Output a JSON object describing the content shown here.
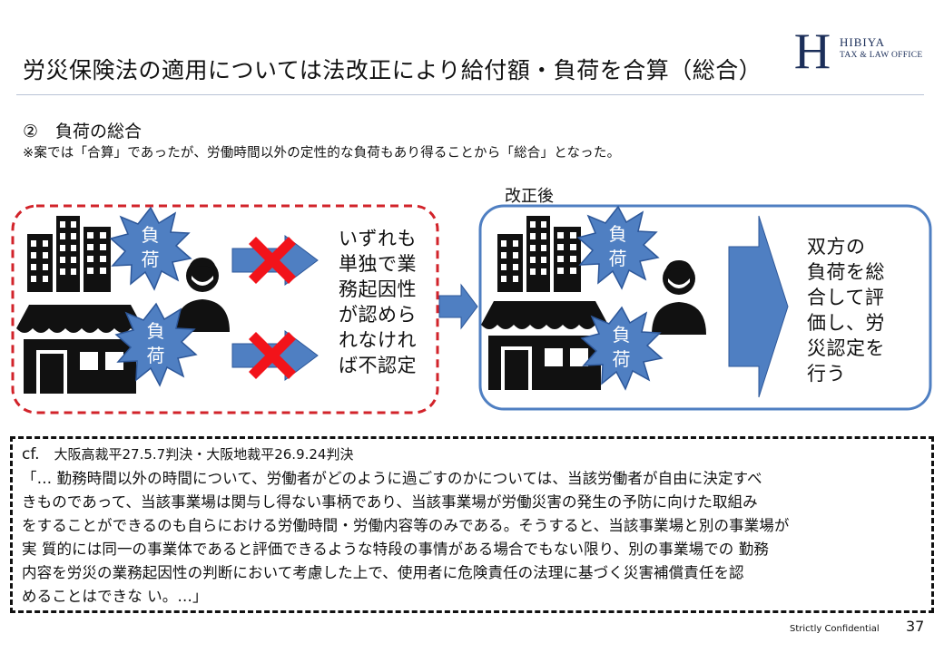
{
  "header": {
    "title": "労災保険法の適用については法改正により給付額・負荷を合算（総合）",
    "logo": {
      "letter": "H",
      "name": "HIBIYA",
      "sub": "TAX & LAW OFFICE"
    }
  },
  "section": {
    "heading": "②　負荷の総合",
    "note": "※案では「合算」であったが、労働時間以外の定性的な負荷もあり得ることから「総合」となった。"
  },
  "before_panel": {
    "bubble_top": "負\n荷",
    "bubble_bottom": "負\n荷",
    "text": "いずれも\n単独で業\n務起因性\nが認めら\nれなけれ\nば不認定"
  },
  "after_panel": {
    "label": "改正後",
    "bubble_top": "負\n荷",
    "bubble_bottom": "負\n荷",
    "text": "双方の\n負荷を総\n合して評\n価し、労\n災認定を\n行う"
  },
  "cf": {
    "label": "cf.",
    "cases": "大阪高裁平27.5.7判決・大阪地裁平26.9.24判決",
    "quote_lines": [
      "「… 勤務時間以外の時間について、労働者がどのように過ごすのかについては、当該労働者が自由に決定すべ",
      "きものであって、当該事業場は関与し得ない事柄であり、当該事業場が労働災害の発生の予防に向けた取組み",
      "をすることができるのも自らにおける労働時間・労働内容等のみである。そうすると、当該事業場と別の事業場が",
      "実 質的には同一の事業体であると評価できるような特段の事情がある場合でもない限り、別の事業場での 勤務",
      "内容を労災の業務起因性の判断において考慮した上で、使用者に危険責任の法理に基づく災害補償責任を認",
      "めることはできな い。…」"
    ]
  },
  "footer": {
    "confidential": "Strictly Confidential",
    "page": "37"
  },
  "colors": {
    "burst": "#4f7fc2",
    "burst_stroke": "#2d5799",
    "arrow": "#4f7fc2",
    "cross": "#f2131a",
    "before_border": "#d2232a",
    "after_border": "#4f7fc2",
    "brand": "#1c2f5a"
  }
}
